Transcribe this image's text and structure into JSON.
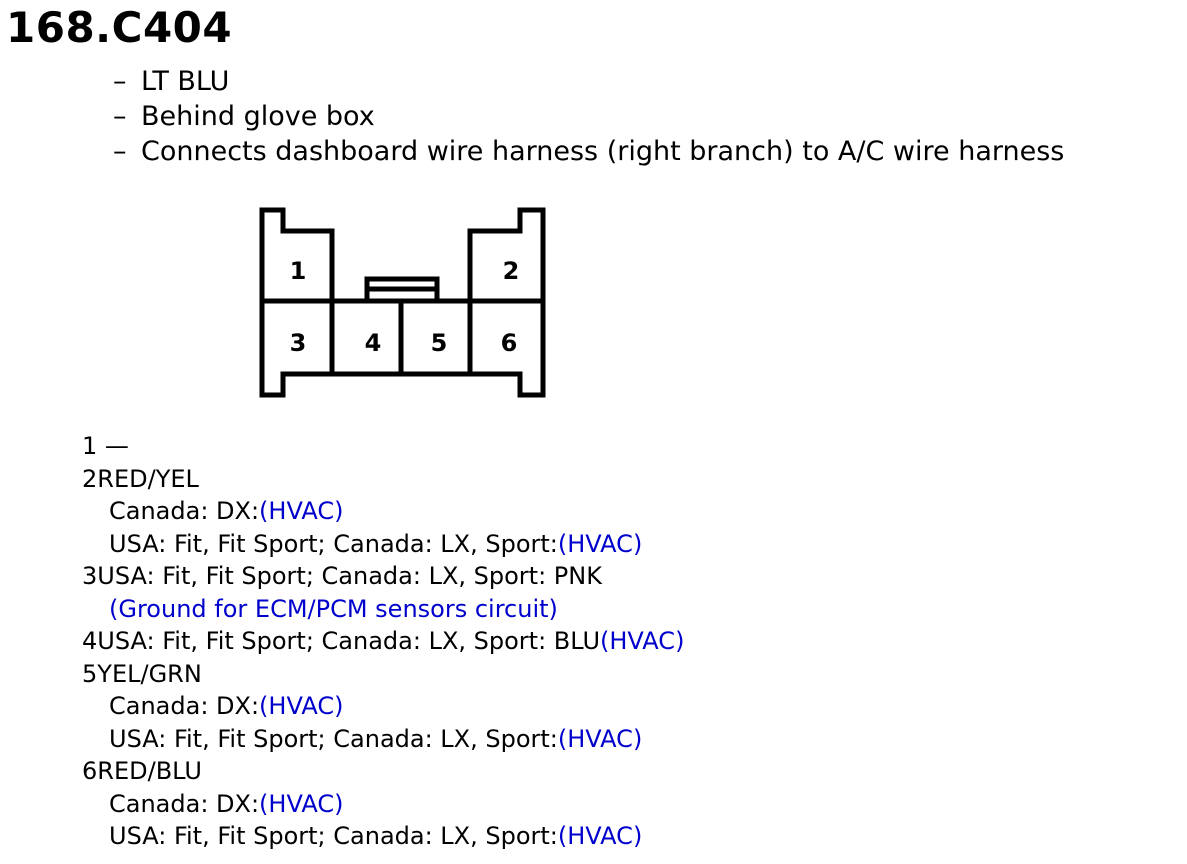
{
  "connector": {
    "title": "168.C404",
    "details": [
      "LT BLU",
      "Behind glove box",
      "Connects dashboard wire harness (right branch) to A/C wire harness"
    ],
    "dash": "–",
    "cavities": [
      "1",
      "2",
      "3",
      "4",
      "5",
      "6"
    ]
  },
  "pins": {
    "p1": {
      "number": "1",
      "value": "—"
    },
    "p2": {
      "number": "2",
      "color": "RED/YEL",
      "canada": {
        "text": "Canada: DX:",
        "link": "(HVAC)"
      },
      "usa": {
        "text": "USA: Fit, Fit Sport; Canada: LX, Sport:",
        "link": "(HVAC)"
      }
    },
    "p3": {
      "number": "3",
      "text": "USA: Fit, Fit Sport; Canada: LX, Sport: PNK",
      "link": "(Ground for ECM/PCM sensors circuit)"
    },
    "p4": {
      "number": "4",
      "text": "USA: Fit, Fit Sport; Canada: LX, Sport: BLU",
      "link": "(HVAC)"
    },
    "p5": {
      "number": "5",
      "color": "YEL/GRN",
      "canada": {
        "text": "Canada: DX:",
        "link": "(HVAC)"
      },
      "usa": {
        "text": "USA: Fit, Fit Sport; Canada: LX, Sport:",
        "link": "(HVAC)"
      }
    },
    "p6": {
      "number": "6",
      "color": "RED/BLU",
      "canada": {
        "text": "Canada: DX:",
        "link": "(HVAC)"
      },
      "usa": {
        "text": "USA: Fit, Fit Sport; Canada: LX, Sport:",
        "link": "(HVAC)"
      }
    }
  },
  "colors": {
    "link": "#0000cc",
    "text": "#000000"
  }
}
